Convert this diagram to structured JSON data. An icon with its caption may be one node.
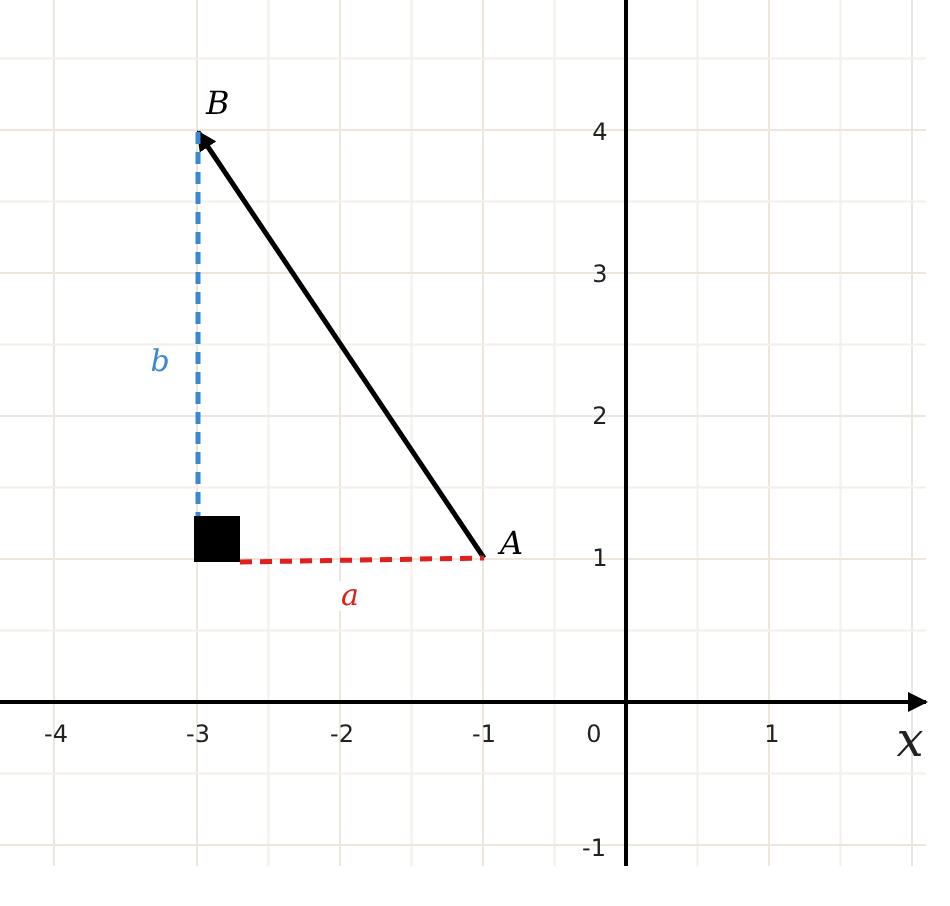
{
  "diagram": {
    "nodes": [
      {
        "text": [
          "A"
        ]
      },
      {
        "text": [
          "B"
        ]
      },
      {
        "text": [],
        "shape": "box"
      }
    ],
    "edges": [
      {
        "from": 0,
        "to": 1,
        "arrow": "to"
      },
      {
        "from": 1,
        "to": 2,
        "arrow": "none",
        "style": "dashed",
        "color": "#3a87d6",
        "label": "b"
      },
      {
        "from": 2,
        "to": 0,
        "arrow": "none",
        "style": "dashed",
        "color": "#e0201b",
        "label": "a"
      }
    ],
    "labels": [
      "4",
      "3",
      "2",
      "1",
      "-4",
      "-3",
      "-2",
      "-1",
      "0",
      "1",
      "x",
      "-1"
    ]
  }
}
